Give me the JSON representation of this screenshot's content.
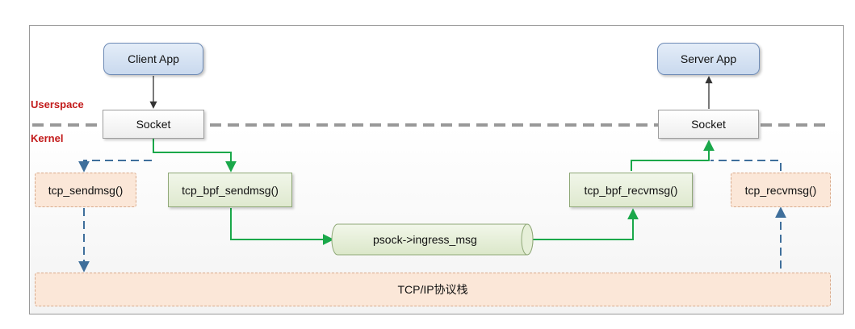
{
  "labels": {
    "userspace": "Userspace",
    "kernel": "Kernel"
  },
  "nodes": {
    "client_app": "Client App",
    "server_app": "Server App",
    "socket_left": "Socket",
    "socket_right": "Socket",
    "tcp_sendmsg": "tcp_sendmsg()",
    "tcp_bpf_sendmsg": "tcp_bpf_sendmsg()",
    "tcp_bpf_recvmsg": "tcp_bpf_recvmsg()",
    "tcp_recvmsg": "tcp_recvmsg()",
    "ingress_msg": "psock->ingress_msg",
    "tcpip_stack": "TCP/IP协议栈"
  },
  "colors": {
    "bpf_path": "#1aa84a",
    "normal_path": "#3f6f9b",
    "divider": "#999999",
    "userspace_kernel_label": "#c21a1a"
  }
}
